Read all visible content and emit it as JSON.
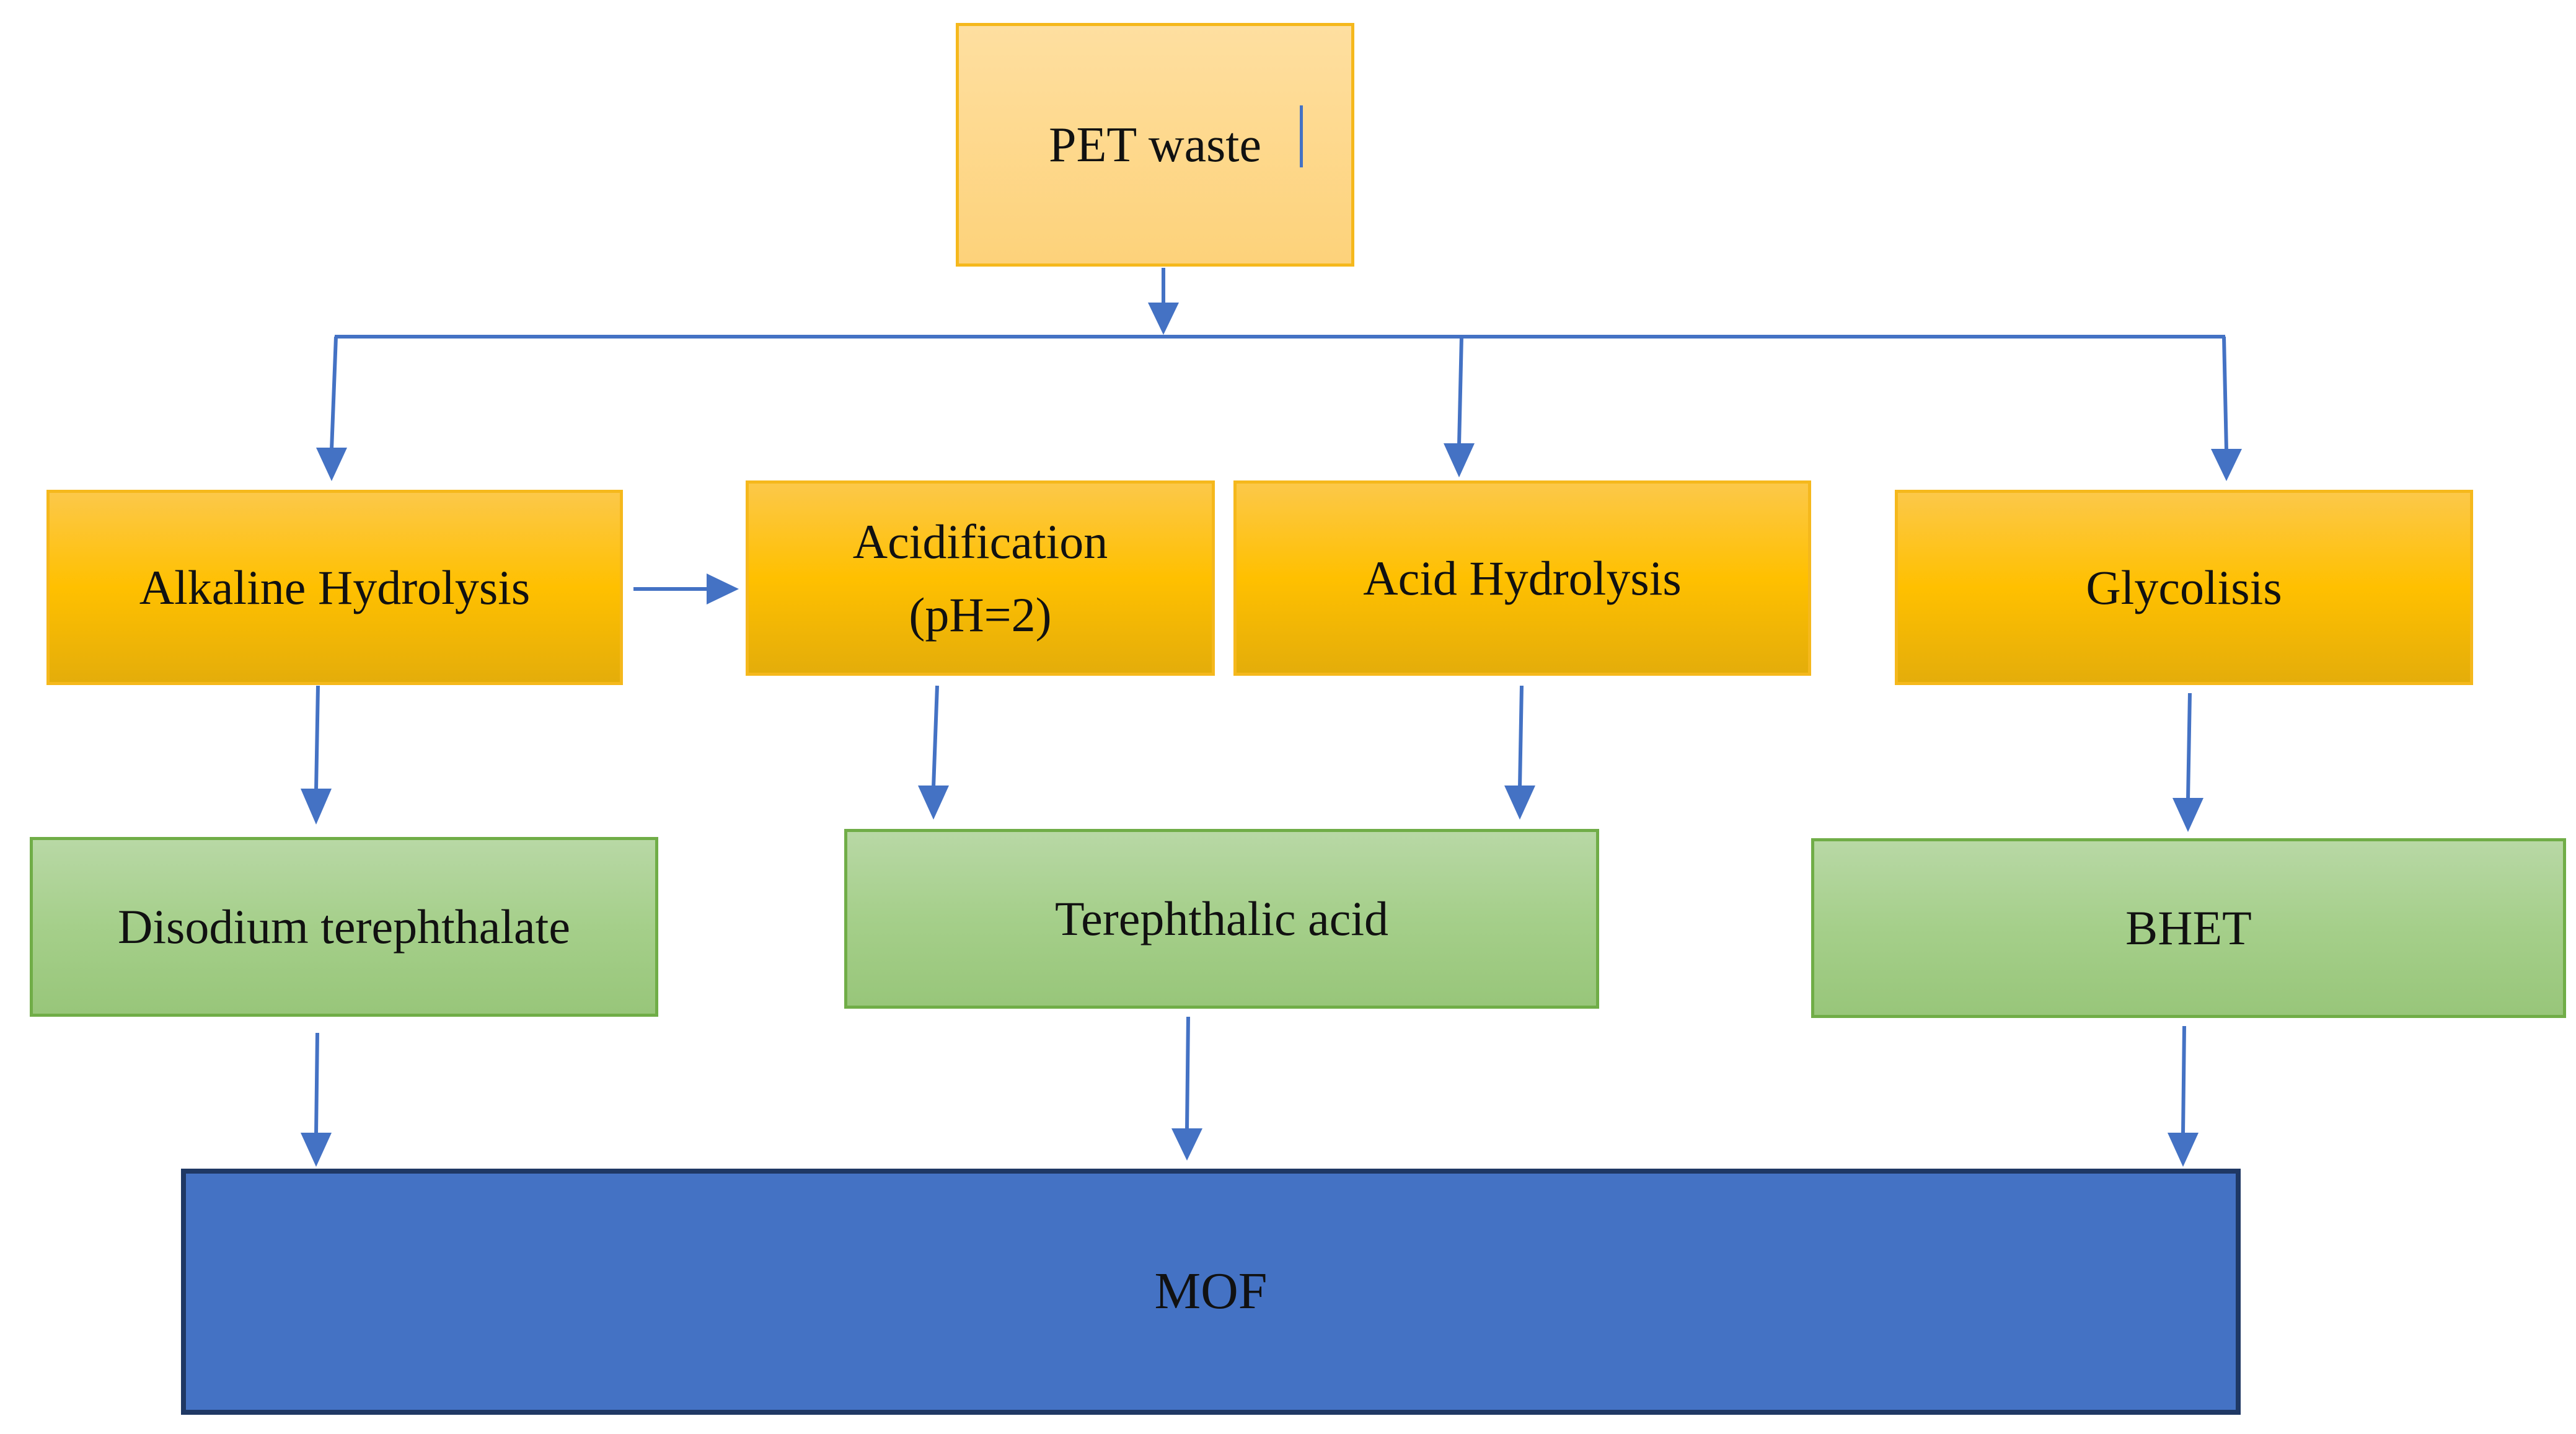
{
  "nodes": {
    "pet_waste": "PET waste",
    "alkaline_hydrolysis": "Alkaline Hydrolysis",
    "acidification_line1": "Acidification",
    "acidification_line2": "(pH=2)",
    "acid_hydrolysis": "Acid Hydrolysis",
    "glycolisis": "Glycolisis",
    "disodium_terephthalate": "Disodium terephthalate",
    "terephthalic_acid": "Terephthalic acid",
    "bhet": "BHET",
    "mof": "MOF"
  },
  "colors": {
    "arrow": "#4472c4",
    "process_fill": "#ffc000",
    "process_border": "#f5b81c",
    "product_fill": "#a9d18e",
    "product_border": "#70ad47",
    "mof_fill": "#4472c4",
    "mof_border": "#1f3864"
  }
}
